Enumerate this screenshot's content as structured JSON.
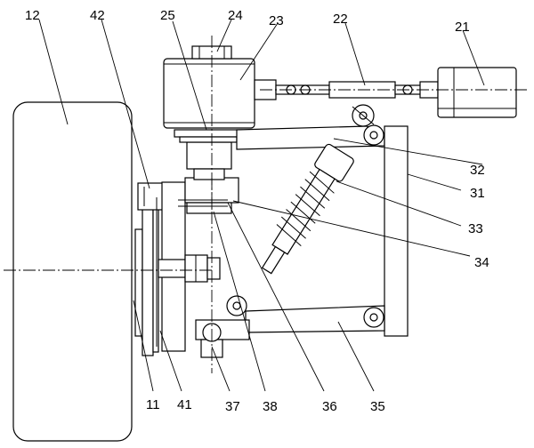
{
  "labels": {
    "l12": "12",
    "l42": "42",
    "l25": "25",
    "l24": "24",
    "l23": "23",
    "l22": "22",
    "l21": "21",
    "l32": "32",
    "l31": "31",
    "l33": "33",
    "l34": "34",
    "l11": "11",
    "l41": "41",
    "l37": "37",
    "l38": "38",
    "l36": "36",
    "l35": "35"
  }
}
